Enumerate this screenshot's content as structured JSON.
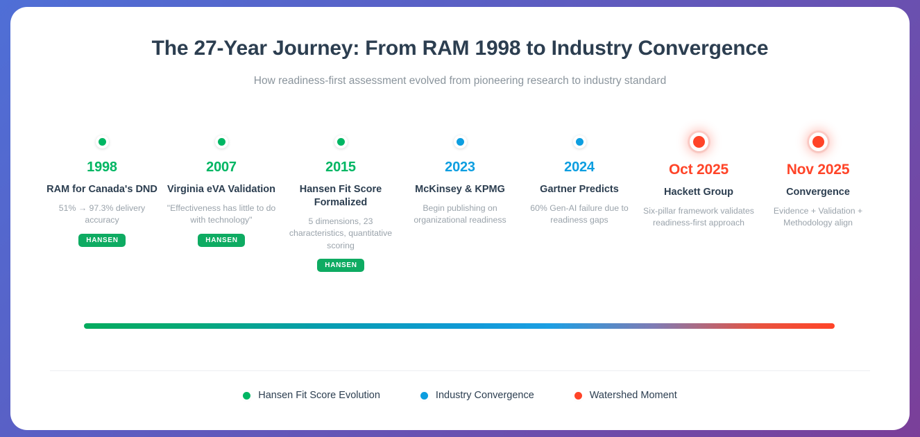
{
  "header": {
    "title": "The 27-Year Journey: From RAM 1998 to Industry Convergence",
    "subtitle": "How readiness-first assessment evolved from pioneering research to industry standard"
  },
  "colors": {
    "hansen_green": "#00b663",
    "industry_blue": "#0d9ee0",
    "watershed_red": "#ff4428",
    "title_navy": "#2c3e50",
    "muted_gray": "#9aa3ab",
    "badge_green": "#0eab62"
  },
  "timeline": {
    "nodes": [
      {
        "year": "1998",
        "title": "RAM for Canada's DND",
        "desc": "51% → 97.3% delivery accuracy",
        "badge": "HANSEN",
        "category": "hansen"
      },
      {
        "year": "2007",
        "title": "Virginia eVA Validation",
        "desc": "\"Effectiveness has little to do with technology\"",
        "badge": "HANSEN",
        "category": "hansen"
      },
      {
        "year": "2015",
        "title": "Hansen Fit Score Formalized",
        "desc": "5 dimensions, 23 characteristics, quantitative scoring",
        "badge": "HANSEN",
        "category": "hansen"
      },
      {
        "year": "2023",
        "title": "McKinsey & KPMG",
        "desc": "Begin publishing on organizational readiness",
        "badge": null,
        "category": "industry"
      },
      {
        "year": "2024",
        "title": "Gartner Predicts",
        "desc": "60% Gen-AI failure due to readiness gaps",
        "badge": null,
        "category": "industry"
      },
      {
        "year": "Oct 2025",
        "title": "Hackett Group",
        "desc": "Six-pillar framework validates readiness-first approach",
        "badge": null,
        "category": "watershed"
      },
      {
        "year": "Nov 2025",
        "title": "Convergence",
        "desc": "Evidence + Validation + Methodology align",
        "badge": null,
        "category": "watershed"
      }
    ]
  },
  "legend": {
    "items": [
      {
        "label": "Hansen Fit Score Evolution",
        "color": "#00b663"
      },
      {
        "label": "Industry Convergence",
        "color": "#0d9ee0"
      },
      {
        "label": "Watershed Moment",
        "color": "#ff4428"
      }
    ]
  }
}
